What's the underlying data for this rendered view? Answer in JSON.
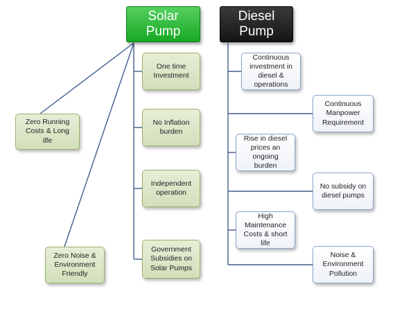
{
  "solar": {
    "title": "Solar Pump",
    "children": [
      "One time Investment",
      "No Inflation burden",
      "Independent operation",
      "Government Subsidies on Solar Pumps"
    ],
    "side_children": [
      "Zero Running Costs & Long ilfe",
      "Zero Noise & Environment Friendly"
    ]
  },
  "diesel": {
    "title": "Diesel Pump",
    "children": [
      "Continuous investment in diesel & operations",
      "Continuous Manpower Requirement",
      "Rise in diesel prices an ongoing burden",
      "No subsidy on diesel pumps",
      "High Maintenance Costs & short life",
      "Noise & Environment Pollution"
    ]
  },
  "colors": {
    "solar_header": "#1fb02c",
    "diesel_header": "#222222",
    "solar_node_fill": "#d8e4c2",
    "diesel_node_fill": "#f3f5fa",
    "connector": "#3f5d8c"
  }
}
